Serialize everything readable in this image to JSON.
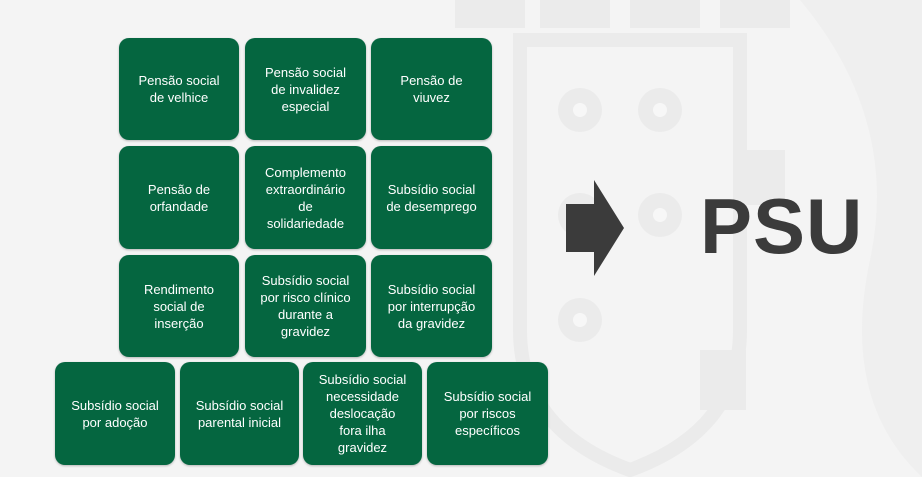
{
  "tiles": [
    {
      "label": "Pensão social\nde velhice"
    },
    {
      "label": "Pensão social\nde invalidez\nespecial"
    },
    {
      "label": "Pensão de\nviuvez"
    },
    {
      "label": "Pensão de\norfandade"
    },
    {
      "label": "Complemento\nextraordinário\nde\nsolidariedade"
    },
    {
      "label": "Subsídio social\nde desemprego"
    },
    {
      "label": "Rendimento\nsocial de\ninserção"
    },
    {
      "label": "Subsídio social\npor risco clínico\ndurante a\ngravidez"
    },
    {
      "label": "Subsídio social\npor interrupção\nda gravidez"
    },
    {
      "label": "Subsídio social\npor adoção"
    },
    {
      "label": "Subsídio social\nparental inicial"
    },
    {
      "label": "Subsídio social\nnecessidade\ndeslocação\nfora ilha\ngravidez"
    },
    {
      "label": "Subsídio social\npor riscos\nespecíficos"
    }
  ],
  "result": {
    "label": "PSU"
  },
  "colors": {
    "tile": "#056640",
    "text_dark": "#3b3b3b",
    "arrow": "#3b3b3b",
    "background": "#f4f4f4"
  },
  "icons": {
    "arrow": "right-arrow-icon",
    "watermark": "coat-of-arms-watermark"
  }
}
